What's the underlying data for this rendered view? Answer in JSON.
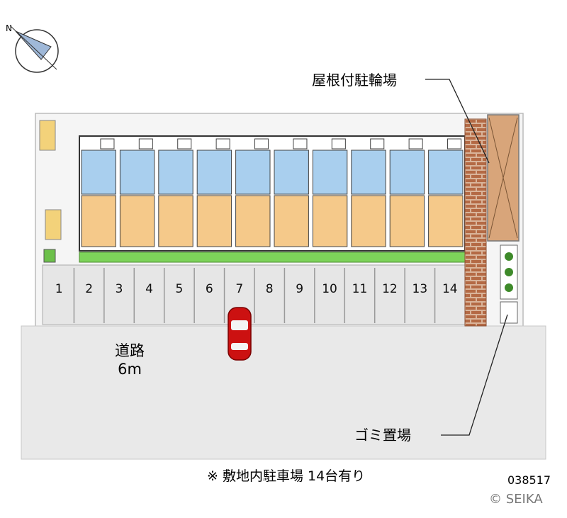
{
  "labels": {
    "bike_parking": "屋根付駐輪場",
    "garbage": "ゴミ置場",
    "road_name": "道路",
    "road_width": "6m",
    "note": "※ 敷地内駐車場 14台有り",
    "code": "038517",
    "copyright": "© SEIKA",
    "compass_letter": "N"
  },
  "parking_slots": [
    "1",
    "2",
    "3",
    "4",
    "5",
    "6",
    "7",
    "8",
    "9",
    "10",
    "11",
    "12",
    "13",
    "14"
  ],
  "colors": {
    "unit_room": "#f5c98a",
    "unit_wet": "#a9cfee",
    "hedge": "#7dd35a",
    "brick": "#b46a45",
    "bike_roof": "#d8a57a",
    "parking_lot": "#e6e6e6",
    "road": "#e9e9e9",
    "car": "#cc1111"
  }
}
